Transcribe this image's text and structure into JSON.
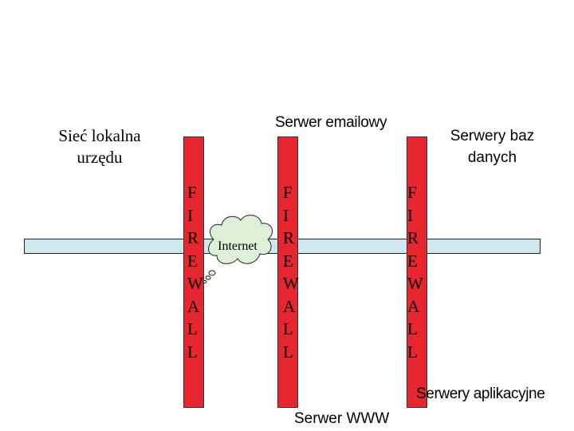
{
  "labels": {
    "local_network": "Sieć lokalna urzędu",
    "local_network_line1": "Sieć lokalna",
    "local_network_line2": "urzędu",
    "email_server": "Serwer emailowy",
    "db_servers_line1": "Serwery baz",
    "db_servers_line2": "danych",
    "app_servers": "Serwery aplikacyjne",
    "www_server": "Serwer WWW",
    "internet": "Internet"
  },
  "firewalls": [
    {
      "letters": [
        "F",
        "I",
        "R",
        "E",
        "W",
        "A",
        "L",
        "L"
      ]
    },
    {
      "letters": [
        "F",
        "I",
        "R",
        "E",
        "W",
        "A",
        "L",
        "L"
      ]
    },
    {
      "letters": [
        "F",
        "I",
        "R",
        "E",
        "W",
        "A",
        "L",
        "L"
      ]
    }
  ],
  "colors": {
    "firewall": "#e8262f",
    "backbone": "#cfe8ef",
    "cloud": "#ddf0d8"
  }
}
